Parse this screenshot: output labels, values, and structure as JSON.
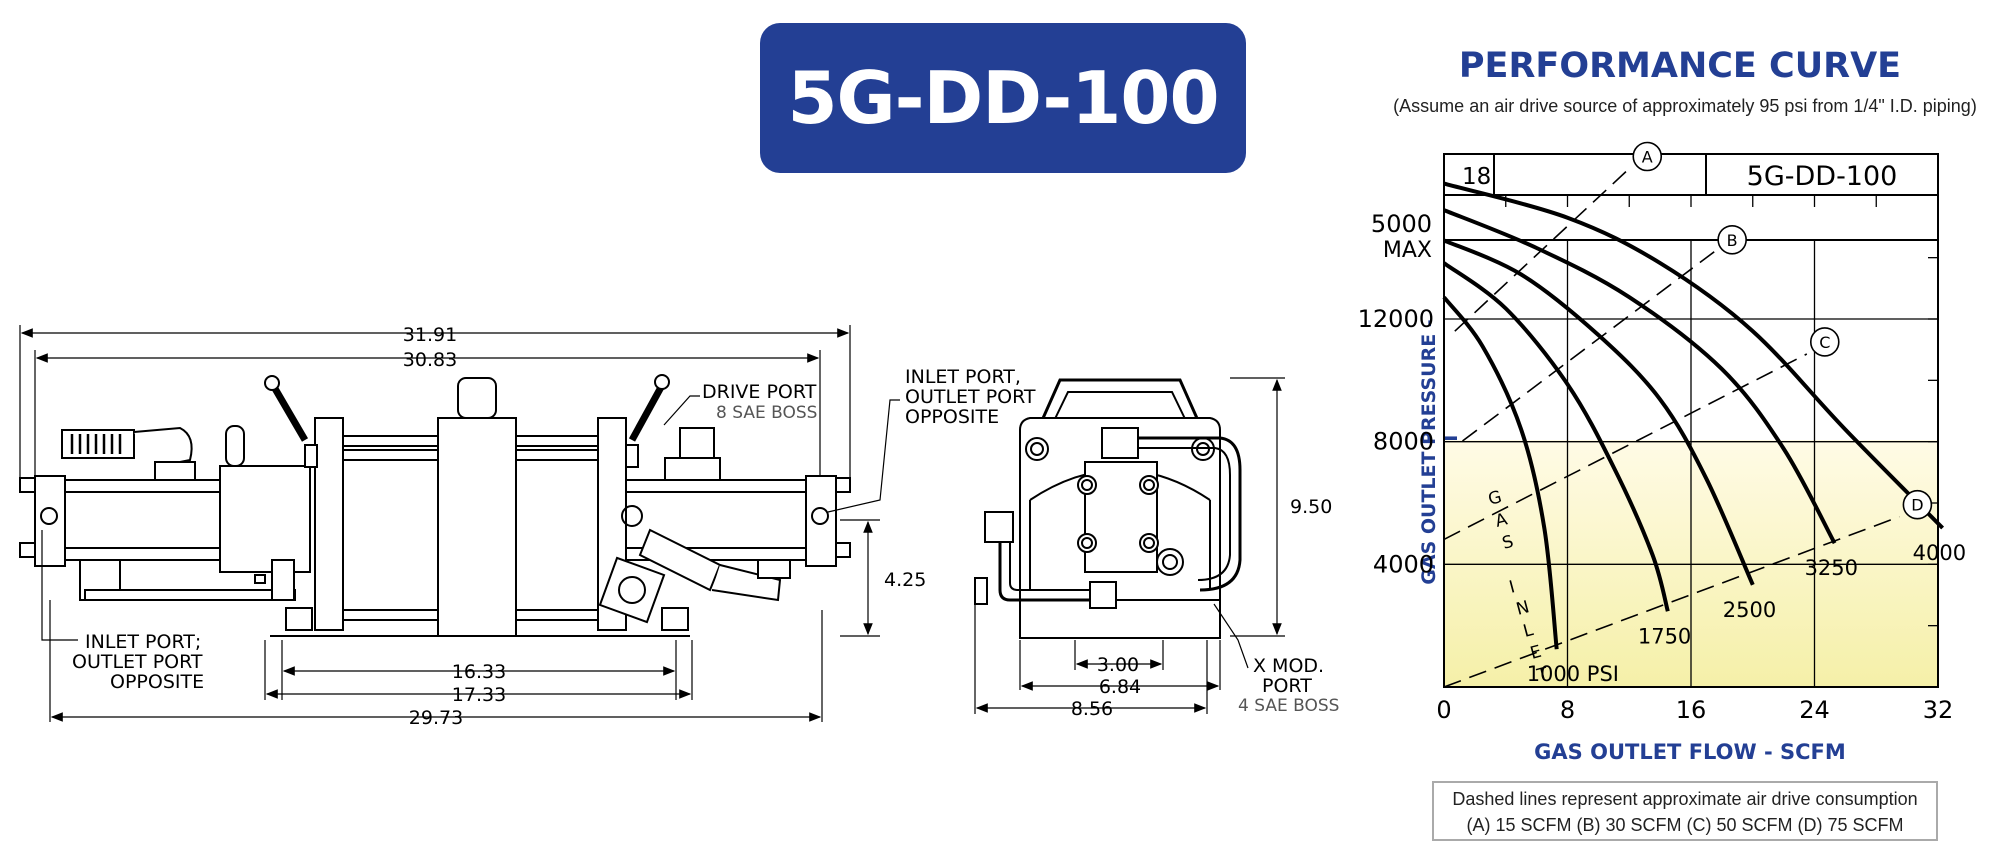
{
  "header": {
    "model": "5G-DD-100"
  },
  "performance": {
    "title": "PERFORMANCE CURVE",
    "subtitle": "(Assume an air drive source of approximately 95 psi from 1/4\" I.D. piping)",
    "note_line1": "Dashed lines represent approximate air drive consumption",
    "note_line2": "(A) 15 SCFM   (B) 30 SCFM   (C) 50 SCFM   (D) 75 SCFM"
  },
  "side_view": {
    "dims": {
      "overall": "31.91",
      "body": "30.83",
      "tie_rods": "16.33",
      "base_mount": "17.33",
      "base_overall": "29.73",
      "height": "4.25"
    },
    "callouts": {
      "drive_port": "DRIVE PORT",
      "drive_port_spec": "8 SAE BOSS",
      "inlet_port_1": "INLET PORT;",
      "inlet_port_2": "OUTLET PORT",
      "inlet_port_3": "OPPOSITE",
      "inlet_port_top_1": "INLET PORT,",
      "inlet_port_top_2": "OUTLET PORT",
      "inlet_port_top_3": "OPPOSITE"
    }
  },
  "end_view": {
    "dims": {
      "height": "9.50",
      "inner": "3.00",
      "mid": "6.84",
      "outer": "8.56"
    },
    "callouts": {
      "x_mod_1": "X MOD.",
      "x_mod_2": "PORT",
      "x_mod_spec": "4 SAE BOSS"
    }
  },
  "chart_data": {
    "type": "line",
    "xlabel": "GAS OUTLET FLOW - SCFM",
    "ylabel": "GAS OUTLET PRESSURE - PSI",
    "corner_label": "18",
    "model_label": "5G-DD-100",
    "xlim": [
      0,
      32
    ],
    "x_ticks": [
      0,
      8,
      16,
      24,
      32
    ],
    "x_tick_labels": [
      "0",
      "8",
      "16",
      "24",
      "32"
    ],
    "y_ticks": [
      4000,
      8000,
      12000
    ],
    "y_tick_labels": [
      "4000",
      "8000",
      "12000"
    ],
    "y_max_label_1": "5000",
    "y_max_label_2": "MAX",
    "inlet_label": [
      "G",
      "A",
      "S",
      "I",
      "N",
      "L",
      "E",
      "T"
    ],
    "series": [
      {
        "name": "1000 PSI",
        "points": [
          [
            0,
            10300
          ],
          [
            2.5,
            9000
          ],
          [
            5,
            6800
          ],
          [
            6.5,
            4200
          ],
          [
            7.3,
            1000
          ]
        ]
      },
      {
        "name": "1750",
        "points": [
          [
            0,
            11200
          ],
          [
            4,
            10000
          ],
          [
            8,
            8000
          ],
          [
            11,
            5800
          ],
          [
            13.5,
            3500
          ],
          [
            14.5,
            2000
          ]
        ]
      },
      {
        "name": "2500",
        "points": [
          [
            0,
            11800
          ],
          [
            5,
            10900
          ],
          [
            10,
            9300
          ],
          [
            14,
            7600
          ],
          [
            17,
            5500
          ],
          [
            20,
            2700
          ]
        ]
      },
      {
        "name": "3250",
        "points": [
          [
            0,
            12600
          ],
          [
            6,
            11600
          ],
          [
            12,
            10300
          ],
          [
            18,
            8400
          ],
          [
            22,
            6300
          ],
          [
            25.3,
            3800
          ]
        ]
      },
      {
        "name": "4000",
        "points": [
          [
            0,
            13300
          ],
          [
            8,
            12400
          ],
          [
            14,
            11200
          ],
          [
            20,
            9400
          ],
          [
            26,
            6800
          ],
          [
            32.3,
            4200
          ]
        ]
      }
    ],
    "air_lines": [
      {
        "name": "A",
        "points": [
          [
            0.7,
            9400
          ],
          [
            12,
            13700
          ]
        ]
      },
      {
        "name": "B",
        "points": [
          [
            1.2,
            6500
          ],
          [
            17.5,
            11500
          ]
        ]
      },
      {
        "name": "C",
        "points": [
          [
            0,
            3900
          ],
          [
            23.5,
            8800
          ]
        ]
      },
      {
        "name": "D",
        "points": [
          [
            0,
            0
          ],
          [
            29.5,
            4500
          ]
        ]
      }
    ]
  }
}
